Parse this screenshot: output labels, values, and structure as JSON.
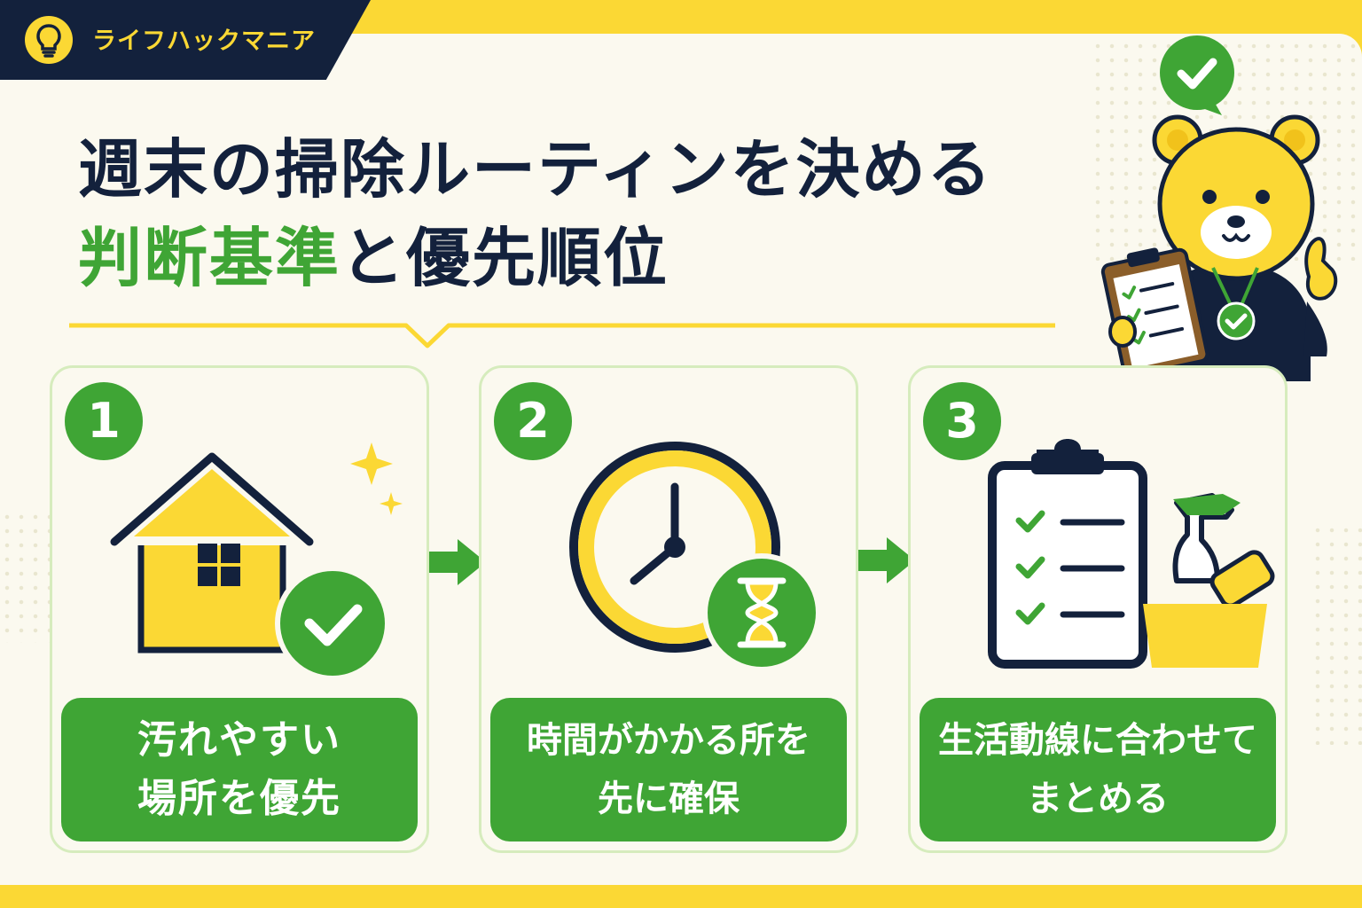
{
  "brand": {
    "name": "ライフハックマニア",
    "icon": "lightbulb-icon"
  },
  "title": {
    "line1": "週末の掃除ルーティンを決める",
    "line2_highlight": "判断基準",
    "line2_rest": "と優先順位"
  },
  "steps": [
    {
      "number": "1",
      "label_line1": "汚れやすい",
      "label_line2": "場所を優先",
      "icon": "house-check-icon"
    },
    {
      "number": "2",
      "label_line1": "時間がかかる所を",
      "label_line2": "先に確保",
      "icon": "clock-hourglass-icon"
    },
    {
      "number": "3",
      "label_line1": "生活動線に合わせて",
      "label_line2": "まとめる",
      "icon": "clipboard-cleaning-icon"
    }
  ],
  "colors": {
    "accent_yellow": "#fbd834",
    "accent_green": "#3fa535",
    "navy": "#13213c",
    "background": "#fbf9ef"
  }
}
